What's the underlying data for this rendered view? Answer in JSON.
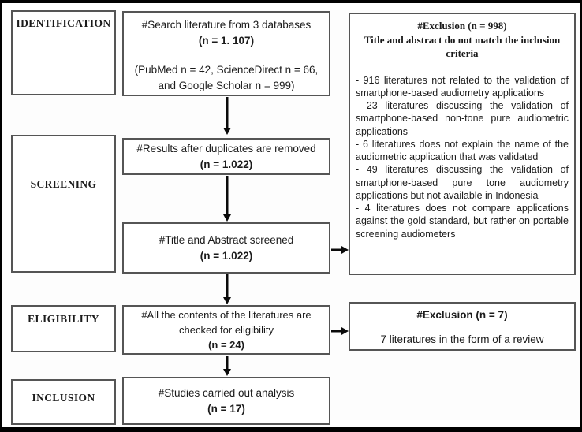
{
  "diagram": {
    "stages": {
      "identification": "IDENTIFICATION",
      "screening": "SCREENING",
      "eligibility": "ELIGIBILITY",
      "inclusion": "INCLUSION"
    },
    "boxes": {
      "search": {
        "title": "#Search literature from 3 databases",
        "n": "(n = 1. 107)",
        "detail": "(PubMed n = 42, ScienceDirect n = 66, and Google Scholar n = 999)"
      },
      "duplicates_removed": {
        "title": "#Results after duplicates are removed",
        "n": "(n = 1.022)"
      },
      "title_abstract_screened": {
        "title": "#Title and Abstract screened",
        "n": "(n = 1.022)"
      },
      "eligibility_check": {
        "title": "#All the contents of the literatures are checked for eligibility",
        "n": "(n = 24)"
      },
      "analysis": {
        "title": "#Studies carried out analysis",
        "n": "(n = 17)"
      },
      "exclusion_screening": {
        "heading": "#Exclusion (n = 998)",
        "subheading": "Title and abstract do not match the inclusion criteria",
        "items": [
          "- 916 literatures not related to the validation of smartphone-based audiometry applications",
          "- 23 literatures discussing the validation of smartphone-based non-tone pure audiometric applications",
          "- 6 literatures does not explain the name of the audiometric application that was validated",
          "- 49 literatures discussing the validation of smartphone-based pure tone audiometry applications but not available in Indonesia",
          "- 4 literatures does not compare applications against the gold standard, but rather on portable screening audiometers"
        ]
      },
      "exclusion_eligibility": {
        "heading": "#Exclusion (n = 7)",
        "detail": "7 literatures in the form of a review"
      }
    }
  }
}
